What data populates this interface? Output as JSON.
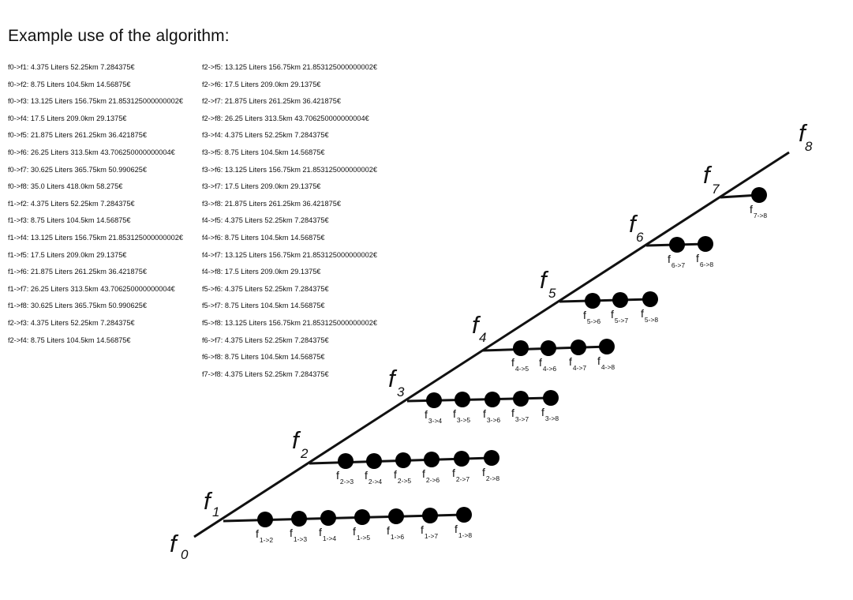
{
  "title": "Example use of the algorithm:",
  "list_left": [
    "f0->f1: 4.375 Liters 52.25km 7.284375€",
    "f0->f2: 8.75 Liters 104.5km 14.56875€",
    "f0->f3: 13.125 Liters 156.75km 21.853125000000002€",
    "f0->f4: 17.5 Liters 209.0km 29.1375€",
    "f0->f5: 21.875 Liters 261.25km 36.421875€",
    "f0->f6: 26.25 Liters 313.5km 43.706250000000004€",
    "f0->f7: 30.625 Liters 365.75km 50.990625€",
    "f0->f8: 35.0 Liters 418.0km 58.275€",
    "f1->f2: 4.375 Liters 52.25km 7.284375€",
    "f1->f3: 8.75 Liters 104.5km 14.56875€",
    "f1->f4: 13.125 Liters 156.75km 21.853125000000002€",
    "f1->f5: 17.5 Liters 209.0km 29.1375€",
    "f1->f6: 21.875 Liters 261.25km 36.421875€",
    "f1->f7: 26.25 Liters 313.5km 43.706250000000004€",
    "f1->f8: 30.625 Liters 365.75km 50.990625€",
    "f2->f3: 4.375 Liters 52.25km 7.284375€",
    "f2->f4: 8.75 Liters 104.5km 14.56875€"
  ],
  "list_right": [
    "f2->f5: 13.125 Liters 156.75km 21.853125000000002€",
    "f2->f6: 17.5 Liters 209.0km 29.1375€",
    "f2->f7: 21.875 Liters 261.25km 36.421875€",
    "f2->f8: 26.25 Liters 313.5km 43.706250000000004€",
    "f3->f4: 4.375 Liters 52.25km 7.284375€",
    "f3->f5: 8.75 Liters 104.5km 14.56875€",
    "f3->f6: 13.125 Liters 156.75km 21.853125000000002€",
    "f3->f7: 17.5 Liters 209.0km 29.1375€",
    "f3->f8: 21.875 Liters 261.25km 36.421875€",
    "f4->f5: 4.375 Liters 52.25km 7.284375€",
    "f4->f6: 8.75 Liters 104.5km 14.56875€",
    "f4->f7: 13.125 Liters 156.75km 21.853125000000002€",
    "f4->f8: 17.5 Liters 209.0km 29.1375€",
    "f5->f6: 4.375 Liters 52.25km 7.284375€",
    "f5->f7: 8.75 Liters 104.5km 14.56875€",
    "f5->f8: 13.125 Liters 156.75km 21.853125000000002€",
    "f6->f7: 4.375 Liters 52.25km 7.284375€",
    "f6->f8: 8.75 Liters 104.5km 14.56875€",
    "f7->f8: 4.375 Liters 52.25km 7.284375€"
  ],
  "diagram": {
    "main_nodes": [
      {
        "letter": "f",
        "sub": "0"
      },
      {
        "letter": "f",
        "sub": "1"
      },
      {
        "letter": "f",
        "sub": "2"
      },
      {
        "letter": "f",
        "sub": "3"
      },
      {
        "letter": "f",
        "sub": "4"
      },
      {
        "letter": "f",
        "sub": "5"
      },
      {
        "letter": "f",
        "sub": "6"
      },
      {
        "letter": "f",
        "sub": "7"
      },
      {
        "letter": "f",
        "sub": "8"
      }
    ],
    "branches": [
      {
        "from": "f1",
        "nodes": [
          {
            "letter": "f",
            "sub": "1->2"
          },
          {
            "letter": "f",
            "sub": "1->3"
          },
          {
            "letter": "f",
            "sub": "1->4"
          },
          {
            "letter": "f",
            "sub": "1->5"
          },
          {
            "letter": "f",
            "sub": "1->6"
          },
          {
            "letter": "f",
            "sub": "1->7"
          },
          {
            "letter": "f",
            "sub": "1->8"
          }
        ]
      },
      {
        "from": "f2",
        "nodes": [
          {
            "letter": "f",
            "sub": "2->3"
          },
          {
            "letter": "f",
            "sub": "2->4"
          },
          {
            "letter": "f",
            "sub": "2->5"
          },
          {
            "letter": "f",
            "sub": "2->6"
          },
          {
            "letter": "f",
            "sub": "2->7"
          },
          {
            "letter": "f",
            "sub": "2->8"
          }
        ]
      },
      {
        "from": "f3",
        "nodes": [
          {
            "letter": "f",
            "sub": "3->4"
          },
          {
            "letter": "f",
            "sub": "3->5"
          },
          {
            "letter": "f",
            "sub": "3->6"
          },
          {
            "letter": "f",
            "sub": "3->7"
          },
          {
            "letter": "f",
            "sub": "3->8"
          }
        ]
      },
      {
        "from": "f4",
        "nodes": [
          {
            "letter": "f",
            "sub": "4->5"
          },
          {
            "letter": "f",
            "sub": "4->6"
          },
          {
            "letter": "f",
            "sub": "4->7"
          },
          {
            "letter": "f",
            "sub": "4->8"
          }
        ]
      },
      {
        "from": "f5",
        "nodes": [
          {
            "letter": "f",
            "sub": "5->6"
          },
          {
            "letter": "f",
            "sub": "5->7"
          },
          {
            "letter": "f",
            "sub": "5->8"
          }
        ]
      },
      {
        "from": "f6",
        "nodes": [
          {
            "letter": "f",
            "sub": "6->7"
          },
          {
            "letter": "f",
            "sub": "6->8"
          }
        ]
      },
      {
        "from": "f7",
        "nodes": [
          {
            "letter": "f",
            "sub": "7->8"
          }
        ]
      }
    ]
  }
}
